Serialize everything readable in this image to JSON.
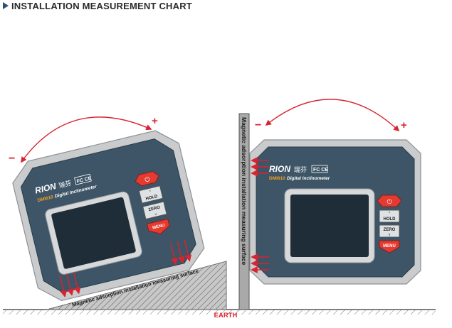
{
  "header": {
    "title": "INSTALLATION MEASUREMENT CHART"
  },
  "labels": {
    "earth": "EARTH",
    "plus": "+",
    "minus": "−",
    "surface_left": "Magnetic adsorption installation measuring surface",
    "surface_right": "Magnetic adsorption installation measuring surface"
  },
  "device": {
    "brand": "RION",
    "brand_cn": "瑞芬",
    "cert": "FC CE",
    "model": "DMI610",
    "model_suffix": "Digital Inclinometer",
    "buttons": {
      "power": "⏻",
      "hold": "HOLD",
      "zero": "ZERO",
      "menu": "MENU"
    }
  },
  "colors": {
    "body": "#3d5566",
    "frame": "#c9cbcd",
    "screen": "#1e2d38",
    "arrow": "#d9232e",
    "accent": "#e53a2f",
    "title": "#2b2b2b"
  }
}
